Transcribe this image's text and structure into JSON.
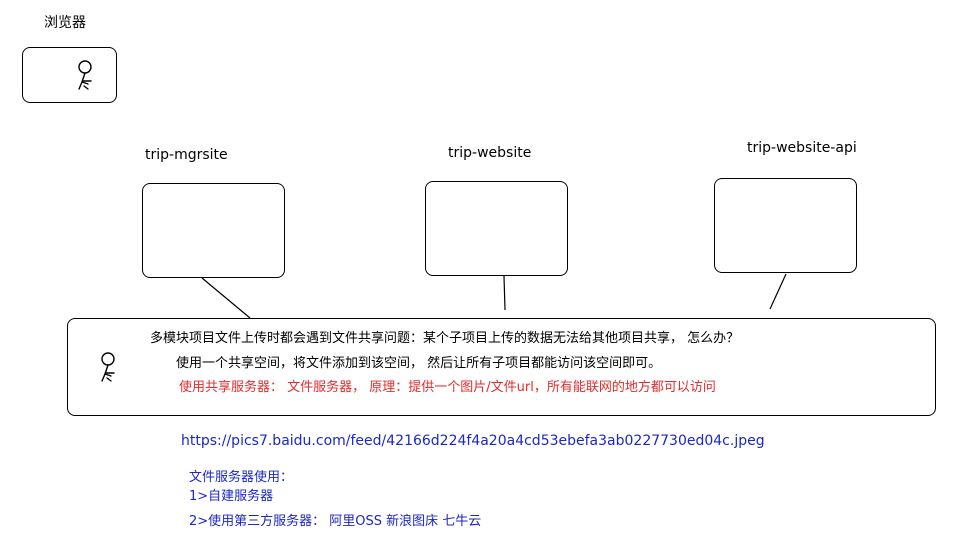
{
  "browser": {
    "title": "浏览器",
    "icon": "person-icon"
  },
  "projects": [
    {
      "label": "trip-mgrsite"
    },
    {
      "label": "trip-website"
    },
    {
      "label": "trip-website-api"
    }
  ],
  "problem_box": {
    "icon": "person-icon",
    "question": "多模块项目文件上传时都会遇到文件共享问题：某个子项目上传的数据无法给其他项目共享，  怎么办？",
    "solution": "使用一个共享空间，将文件添加到该空间，  然后让所有子项目都能访问该空间即可。",
    "recommendation": "使用共享服务器：  文件服务器，  原理：提供一个图片/文件url，所有能联网的地方都可以访问"
  },
  "example_url": "https://pics7.baidu.com/feed/42166d224f4a20a4cd53ebefa3ab0227730ed04c.jpeg",
  "file_server": {
    "heading": "文件服务器使用：",
    "options": [
      "1>自建服务器",
      "2>使用第三方服务器：   阿里OSS  新浪图床  七牛云"
    ]
  },
  "colors": {
    "black": "#000000",
    "red": "#e52b2b",
    "blue": "#1b27c6"
  }
}
